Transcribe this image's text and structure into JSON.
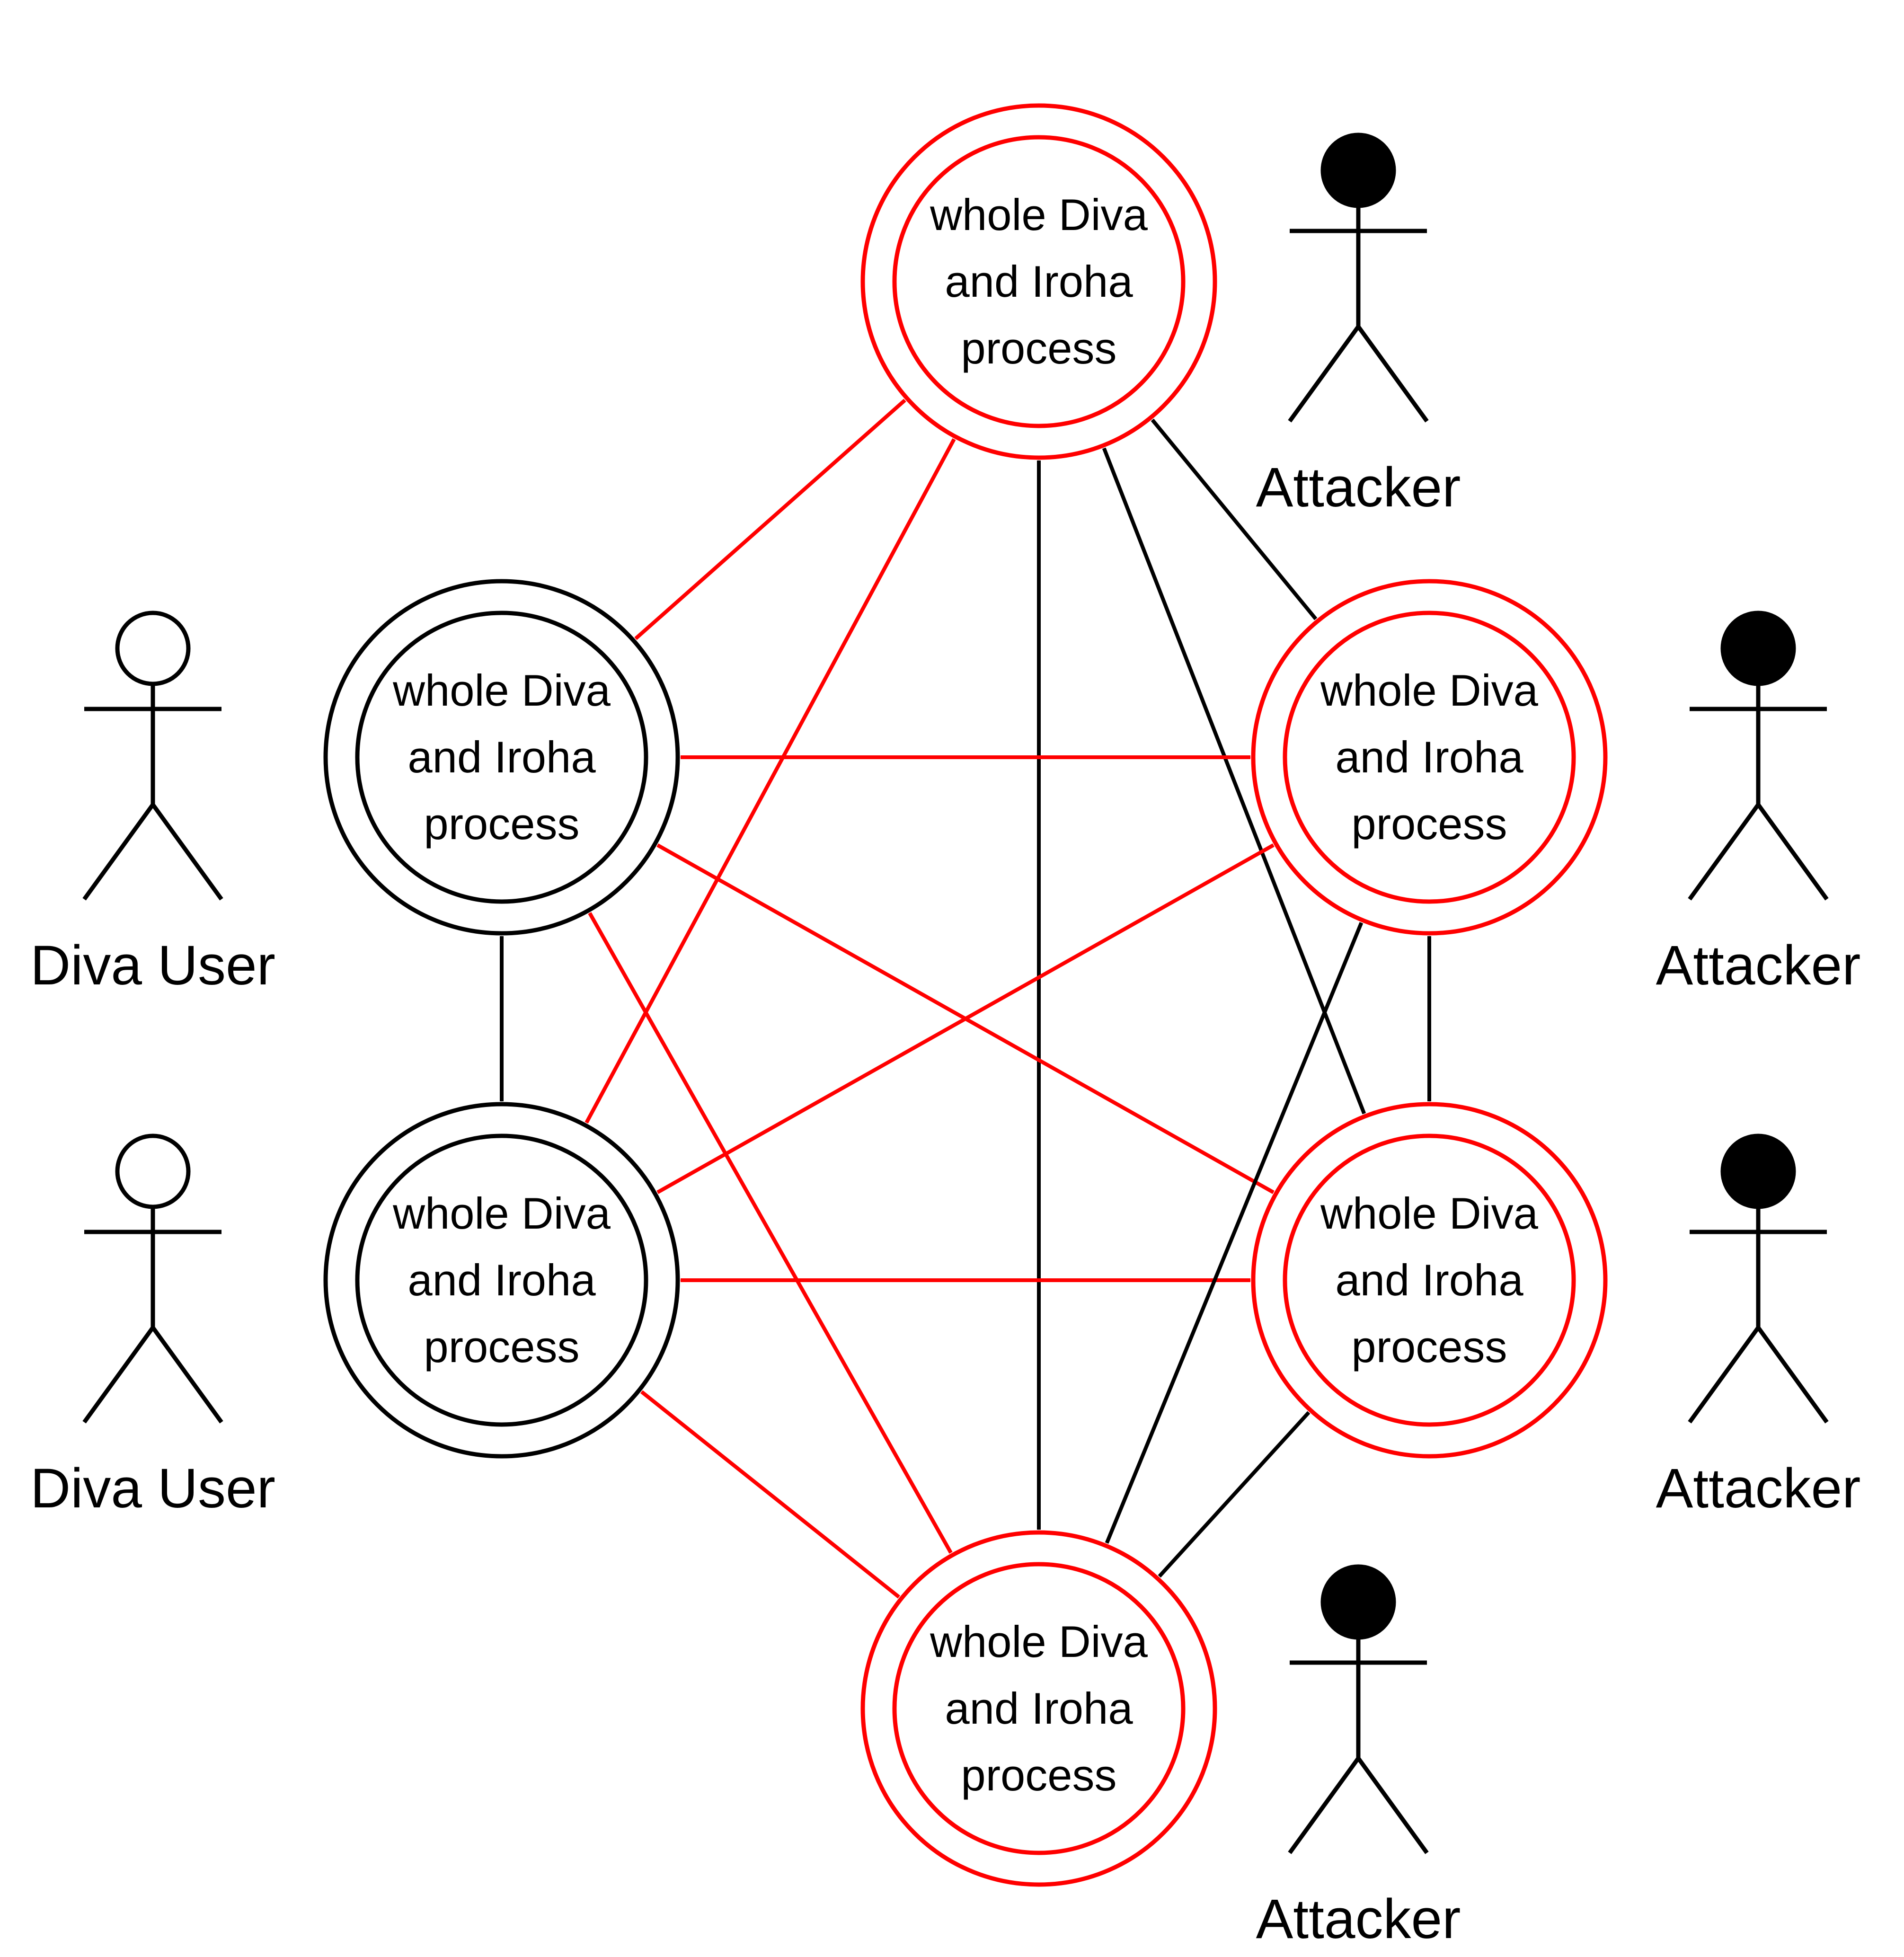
{
  "colors": {
    "honest": "#000000",
    "malicious": "#ff0000"
  },
  "nodes": [
    {
      "id": "top",
      "lines": [
        "whole Diva",
        "and Iroha",
        "process"
      ],
      "status": "malicious"
    },
    {
      "id": "left-upper",
      "lines": [
        "whole Diva",
        "and Iroha",
        "process"
      ],
      "status": "honest"
    },
    {
      "id": "left-lower",
      "lines": [
        "whole Diva",
        "and Iroha",
        "process"
      ],
      "status": "honest"
    },
    {
      "id": "right-upper",
      "lines": [
        "whole Diva",
        "and Iroha",
        "process"
      ],
      "status": "malicious"
    },
    {
      "id": "right-lower",
      "lines": [
        "whole Diva",
        "and Iroha",
        "process"
      ],
      "status": "malicious"
    },
    {
      "id": "bottom",
      "lines": [
        "whole Diva",
        "and Iroha",
        "process"
      ],
      "status": "malicious"
    }
  ],
  "actors": [
    {
      "id": "actor-left-upper",
      "label": "Diva User",
      "role": "user"
    },
    {
      "id": "actor-left-lower",
      "label": "Diva User",
      "role": "user"
    },
    {
      "id": "actor-top",
      "label": "Attacker",
      "role": "attacker"
    },
    {
      "id": "actor-right-upper",
      "label": "Attacker",
      "role": "attacker"
    },
    {
      "id": "actor-right-lower",
      "label": "Attacker",
      "role": "attacker"
    },
    {
      "id": "actor-bottom",
      "label": "Attacker",
      "role": "attacker"
    }
  ],
  "edges": [
    {
      "from": "top",
      "to": "left-upper",
      "color": "red"
    },
    {
      "from": "top",
      "to": "left-lower",
      "color": "red"
    },
    {
      "from": "top",
      "to": "right-upper",
      "color": "black"
    },
    {
      "from": "top",
      "to": "right-lower",
      "color": "black"
    },
    {
      "from": "top",
      "to": "bottom",
      "color": "black"
    },
    {
      "from": "left-upper",
      "to": "left-lower",
      "color": "black"
    },
    {
      "from": "left-upper",
      "to": "right-upper",
      "color": "red"
    },
    {
      "from": "left-upper",
      "to": "right-lower",
      "color": "red"
    },
    {
      "from": "left-upper",
      "to": "bottom",
      "color": "red"
    },
    {
      "from": "left-lower",
      "to": "right-upper",
      "color": "red"
    },
    {
      "from": "left-lower",
      "to": "right-lower",
      "color": "red"
    },
    {
      "from": "left-lower",
      "to": "bottom",
      "color": "red"
    },
    {
      "from": "right-upper",
      "to": "right-lower",
      "color": "black"
    },
    {
      "from": "right-upper",
      "to": "bottom",
      "color": "black"
    },
    {
      "from": "right-lower",
      "to": "bottom",
      "color": "black"
    }
  ]
}
